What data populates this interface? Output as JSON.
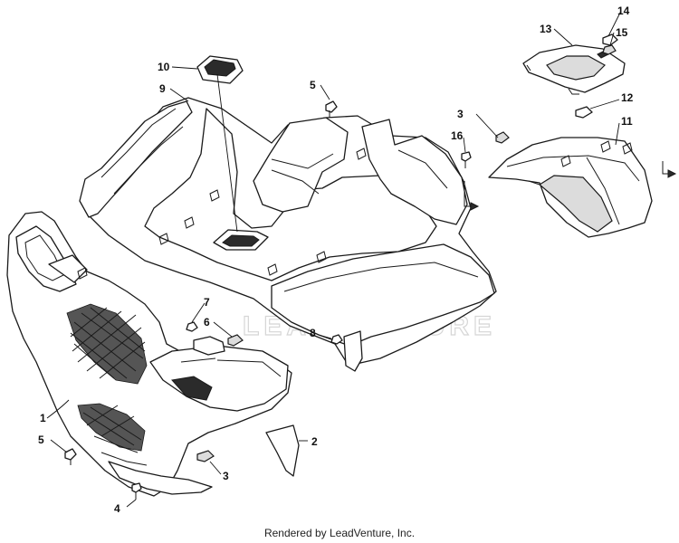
{
  "callouts": [
    {
      "id": "1",
      "label": "1"
    },
    {
      "id": "2",
      "label": "2"
    },
    {
      "id": "3a",
      "label": "3"
    },
    {
      "id": "3b",
      "label": "3"
    },
    {
      "id": "4",
      "label": "4"
    },
    {
      "id": "5a",
      "label": "5"
    },
    {
      "id": "5b",
      "label": "5"
    },
    {
      "id": "6",
      "label": "6"
    },
    {
      "id": "7",
      "label": "7"
    },
    {
      "id": "8",
      "label": "8"
    },
    {
      "id": "9",
      "label": "9"
    },
    {
      "id": "10",
      "label": "10"
    },
    {
      "id": "11",
      "label": "11"
    },
    {
      "id": "12",
      "label": "12"
    },
    {
      "id": "13",
      "label": "13"
    },
    {
      "id": "14",
      "label": "14"
    },
    {
      "id": "15",
      "label": "15"
    },
    {
      "id": "16",
      "label": "16"
    }
  ],
  "watermark": {
    "text": "LEADVENTURE"
  },
  "footer": {
    "text": "Rendered by LeadVenture, Inc."
  }
}
